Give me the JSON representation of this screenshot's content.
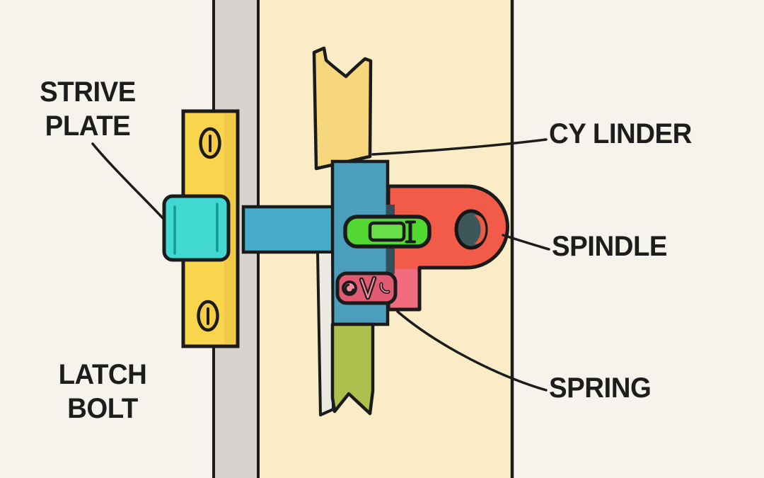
{
  "labels": {
    "strike_plate": {
      "line1": "STRIVE",
      "line2": "PLATE"
    },
    "cylinder": {
      "text": "CY LINDER"
    },
    "spindle": {
      "text": "SPINDLE"
    },
    "spring": {
      "text": "SPRING"
    },
    "latch_bolt": {
      "line1": "LATCH",
      "line2": "BOLT"
    }
  },
  "palette": {
    "background": "#F6F3EC",
    "door_frame_gray": "#D8D3CF",
    "door_panel_cream": "#FAECC7",
    "outline_black": "#1B1B1B",
    "strike_plate_yellow": "#F8D54D",
    "screw_yellow": "#F5CD45",
    "latch_head_teal": "#41D8D1",
    "latch_shaft_blue": "#47ACCA",
    "cylinder_body_blue": "#4C9EBD",
    "faceplate_top_yellow": "#F6D77E",
    "faceplate_side_white": "#ECE9E3",
    "bolt_tail_olive": "#ADC04E",
    "spindle_red": "#F15B48",
    "spindle_hole_dark": "#3C565A",
    "spindle_hole_highlight": "#EC5A40",
    "cam_green": "#53D733",
    "cam_green_light": "#67DF49",
    "spring_crimson": "#E05A72",
    "spring_coil_pink": "#F28CA0",
    "spring_housing_pink": "#F26C80",
    "shadow_slate": "#33505A"
  }
}
